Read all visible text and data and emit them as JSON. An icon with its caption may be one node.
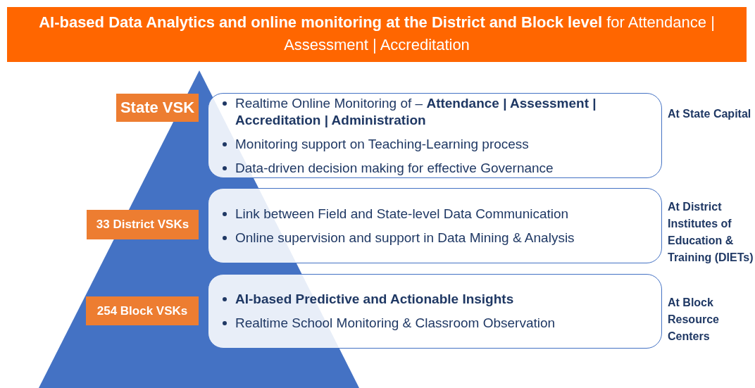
{
  "diagram": {
    "title": "**AI-based Data Analytics and online monitoring at the District and Block level** for Attendance | Assessment | Accreditation",
    "nodes": [
      {
        "text": [
          "State VSK"
        ]
      },
      {
        "text": [
          "Realtime Online Monitoring of – **Attendance | Assessment | Accreditation | Administration**",
          "Monitoring support on Teaching-Learning process",
          "Data-driven decision making for effective Governance"
        ],
        "beside": [
          "At State Capital"
        ]
      },
      {
        "text": [
          "33 District VSKs"
        ]
      },
      {
        "text": [
          "Link between Field and State-level Data Communication",
          "Online supervision and support in Data Mining & Analysis"
        ],
        "beside": [
          "At District Institutes of Education & Training (DIETs)"
        ]
      },
      {
        "text": [
          "254 Block VSKs"
        ]
      },
      {
        "text": [
          "AI-based Predictive and Actionable Insights",
          "Realtime School Monitoring & Classroom Observation"
        ],
        "beside": [
          "At Block Resource Centers"
        ]
      }
    ]
  }
}
